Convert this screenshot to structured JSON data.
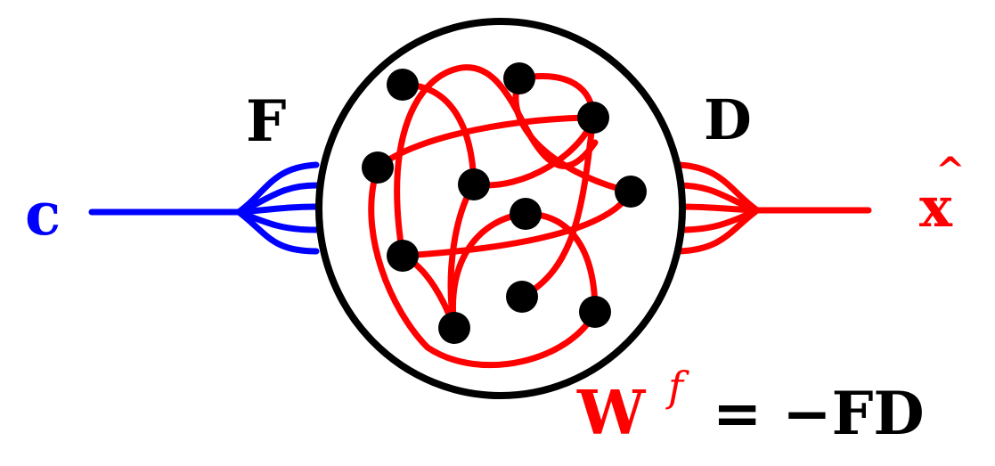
{
  "labels": {
    "input": "c",
    "encoder": "F",
    "decoder": "D",
    "output": "x",
    "output_hat": "^",
    "equation_w": "W",
    "equation_sup": "f",
    "equation_rhs": "= −FD"
  },
  "colors": {
    "input": "#0000ff",
    "recurrent": "#ff0000",
    "output": "#ff0000",
    "node": "#000000",
    "outline": "#000000",
    "text": "#000000"
  }
}
